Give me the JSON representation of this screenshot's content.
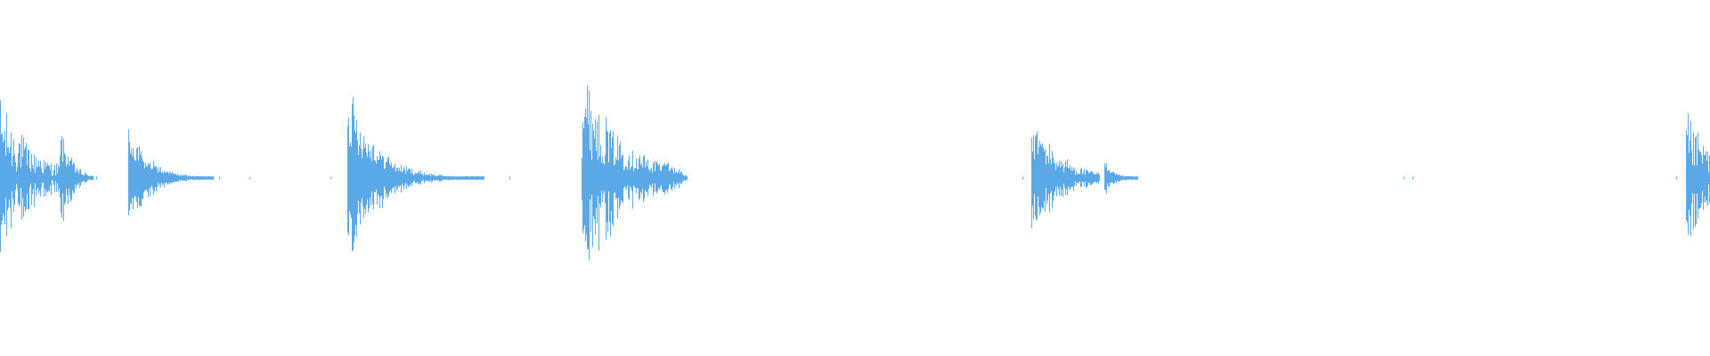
{
  "waveform": {
    "color": "#5aa9e6",
    "background": "#ffffff",
    "duration_fraction_markers": "none",
    "events": [
      {
        "start": 0.0,
        "peak": 0.58,
        "decay": 0.02,
        "length": 0.036,
        "noise": 0.9
      },
      {
        "start": 0.035,
        "peak": 0.45,
        "decay": 0.006,
        "length": 0.02,
        "noise": 0.7
      },
      {
        "start": 0.075,
        "peak": 0.38,
        "decay": 0.012,
        "length": 0.05,
        "noise": 0.6
      },
      {
        "start": 0.203,
        "peak": 0.72,
        "decay": 0.016,
        "length": 0.08,
        "noise": 0.65
      },
      {
        "start": 0.34,
        "peak": 0.82,
        "decay": 0.024,
        "length": 0.06,
        "noise": 0.8
      },
      {
        "start": 0.388,
        "peak": 0.16,
        "decay": 0.006,
        "length": 0.014,
        "noise": 0.55
      },
      {
        "start": 0.603,
        "peak": 0.48,
        "decay": 0.016,
        "length": 0.04,
        "noise": 0.75
      },
      {
        "start": 0.646,
        "peak": 0.13,
        "decay": 0.006,
        "length": 0.02,
        "noise": 0.55
      },
      {
        "start": 0.986,
        "peak": 0.46,
        "decay": 0.02,
        "length": 0.014,
        "noise": 0.85
      }
    ],
    "specks": [
      0.056,
      0.128,
      0.146,
      0.193,
      0.283,
      0.298,
      0.598,
      0.821,
      0.826,
      0.98
    ]
  }
}
